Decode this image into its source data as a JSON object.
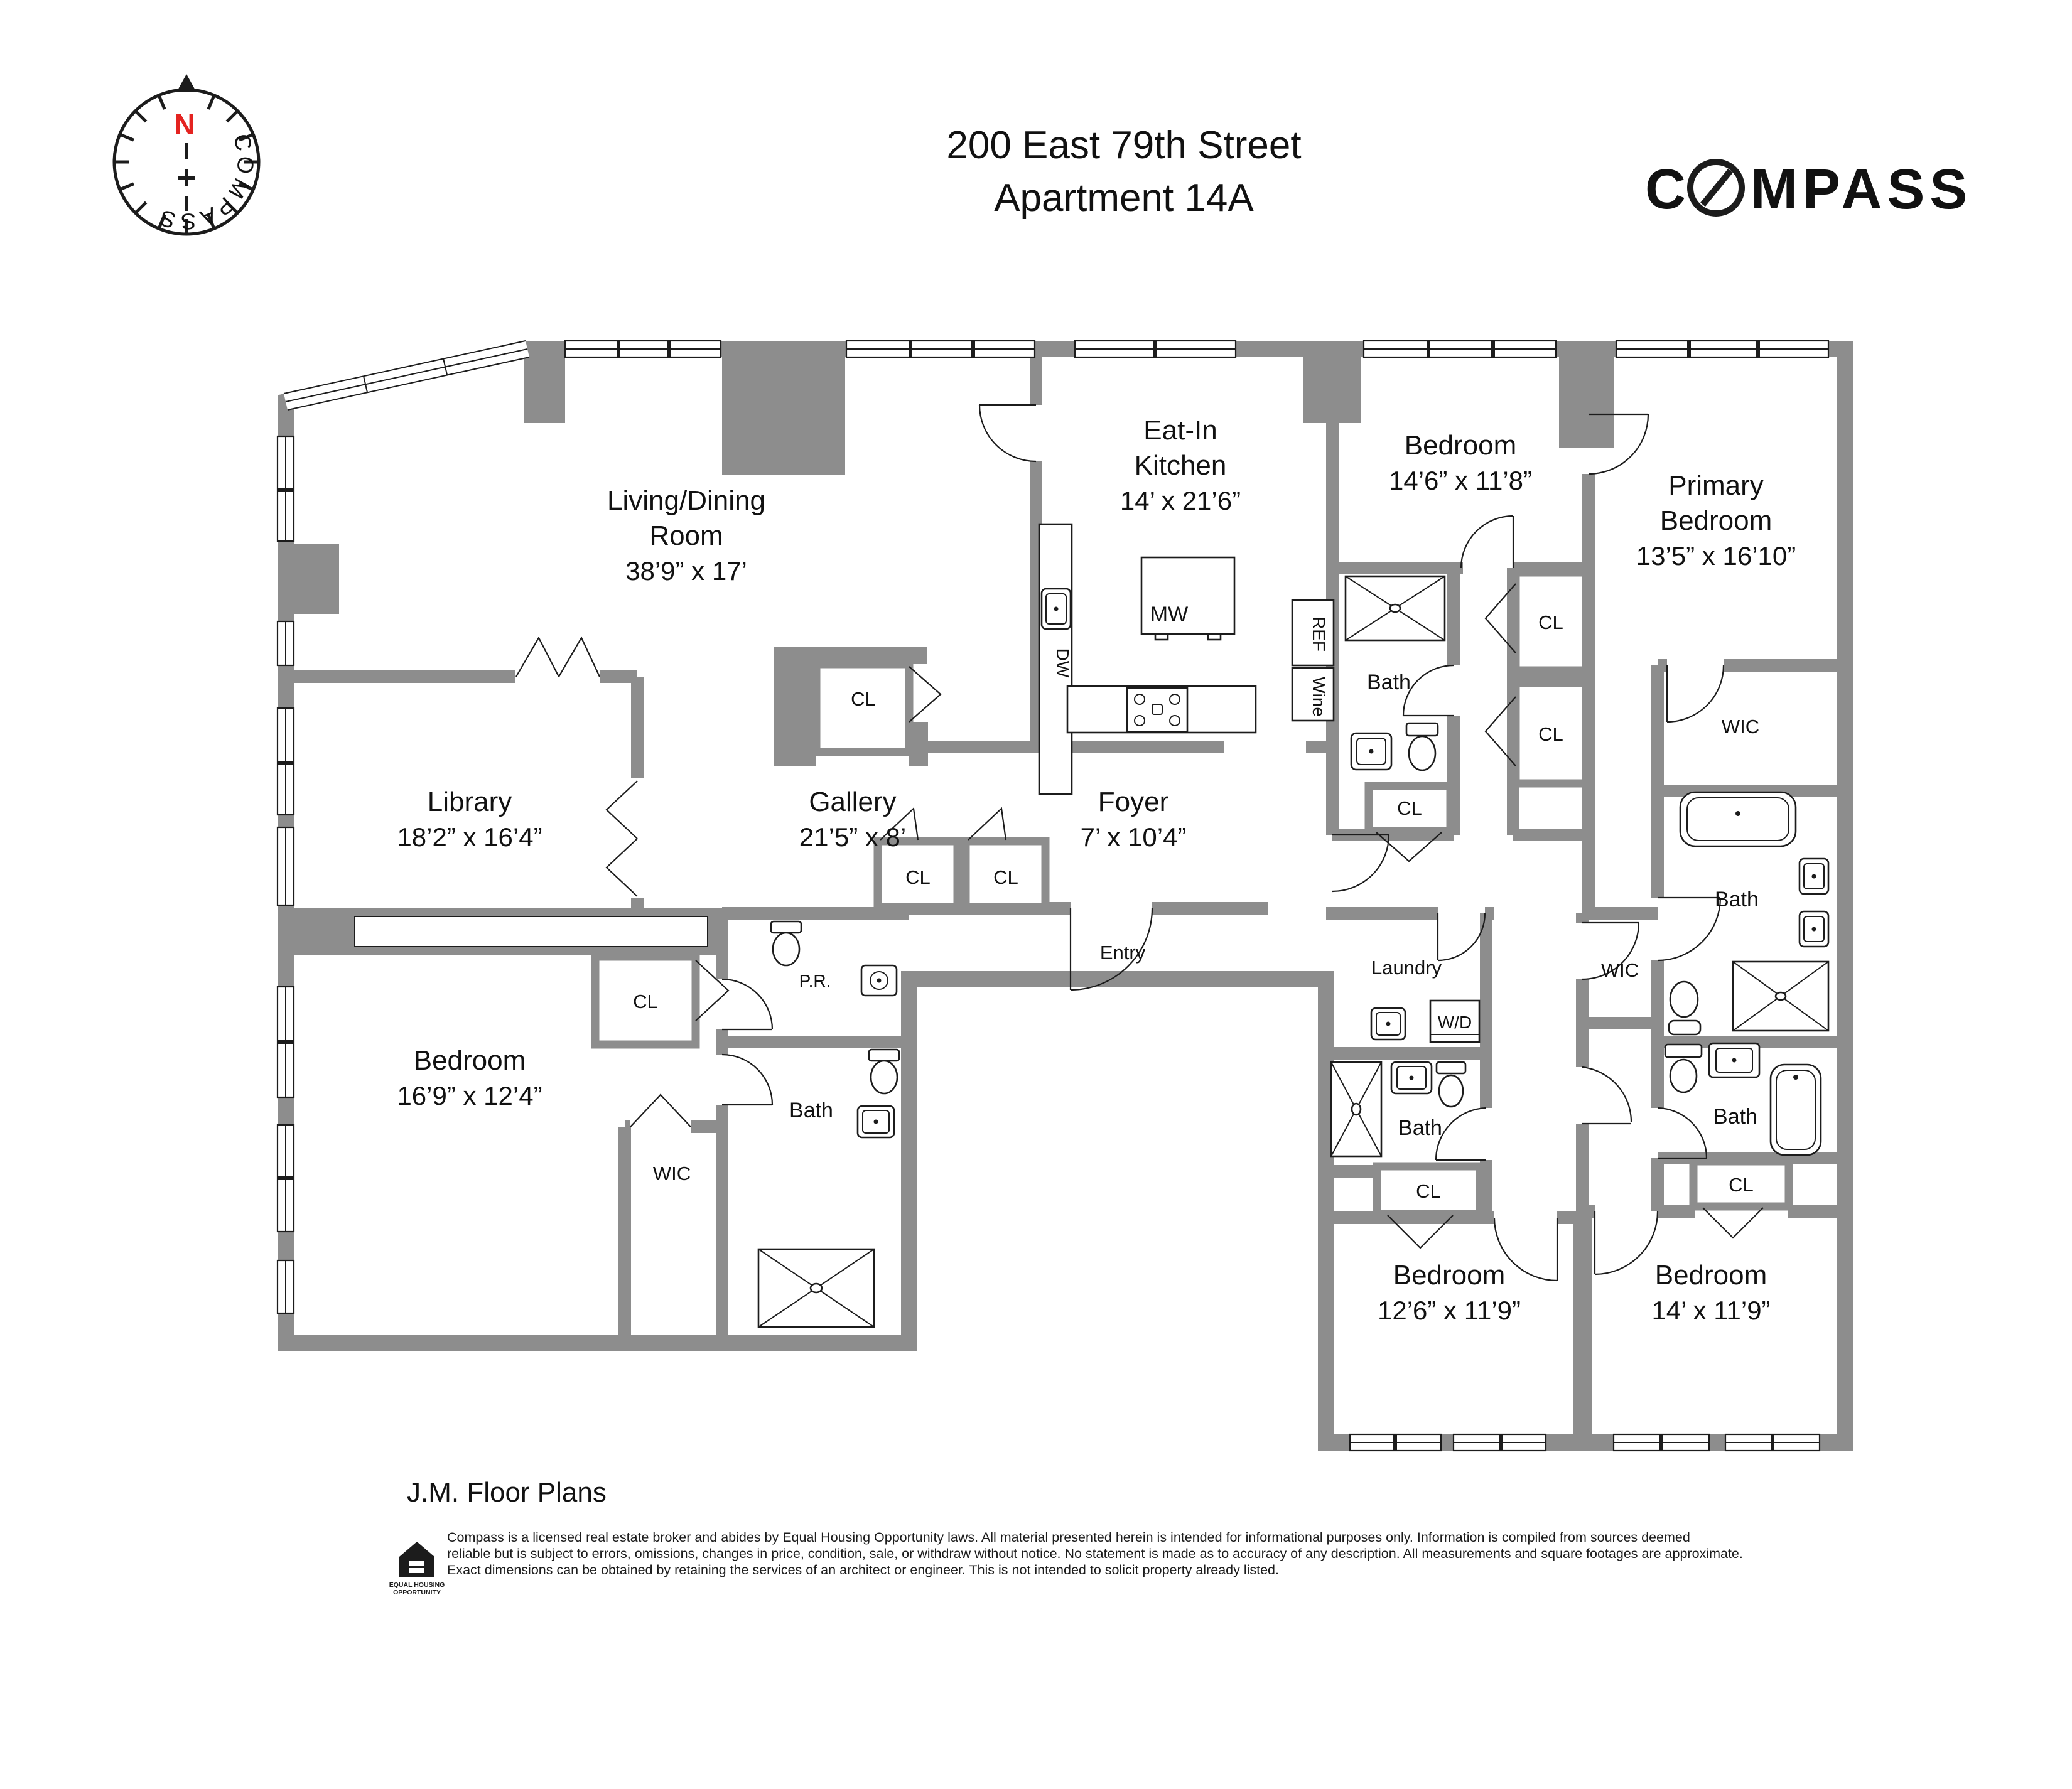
{
  "header": {
    "address_line1": "200 East 79th Street",
    "address_line2": "Apartment 14A",
    "brand_first": "C",
    "brand_rest": "MPASS",
    "rose_north": "N",
    "rose_ring": "COMPASS"
  },
  "rooms": {
    "living": {
      "line1": "Living/Dining",
      "line2": "Room",
      "dims": "38’9” x 17’"
    },
    "kitchen": {
      "line1": "Eat-In",
      "line2": "Kitchen",
      "dims": "14’ x 21’6”"
    },
    "bedroom2": {
      "line1": "Bedroom",
      "dims": "14’6” x 11’8”"
    },
    "primary": {
      "line1": "Primary",
      "line2": "Bedroom",
      "dims": "13’5” x 16’10”"
    },
    "library": {
      "line1": "Library",
      "dims": "18’2” x 16’4”"
    },
    "gallery": {
      "line1": "Gallery",
      "dims": "21’5” x 8’"
    },
    "foyer": {
      "line1": "Foyer",
      "dims": "7’ x 10’4”"
    },
    "bedroom1": {
      "line1": "Bedroom",
      "dims": "16’9” x 12’4”"
    },
    "bedroom3": {
      "line1": "Bedroom",
      "dims": "12’6” x 11’9”"
    },
    "bedroom4": {
      "line1": "Bedroom",
      "dims": "14’ x 11’9”"
    }
  },
  "labels": {
    "cl": "CL",
    "bath": "Bath",
    "wic": "WIC",
    "pr": "P.R.",
    "entry": "Entry",
    "laundry": "Laundry",
    "wd": "W/D",
    "mw": "MW",
    "dw": "DW",
    "ref": "REF",
    "wine": "Wine"
  },
  "footer": {
    "company": "J.M. Floor Plans",
    "eho_line1": "EQUAL HOUSING",
    "eho_line2": "OPPORTUNITY",
    "disclaimer1": "Compass is a licensed real estate broker and abides by Equal Housing Opportunity laws. All material presented herein is intended for informational purposes only. Information is compiled from sources deemed",
    "disclaimer2": "reliable but is subject to errors, omissions, changes in price, condition, sale, or withdraw without notice. No statement is made as to accuracy of any description. All measurements and square footages are approximate.",
    "disclaimer3": "Exact dimensions can be obtained by retaining the services of an architect or engineer. This is not intended to solicit property already listed."
  },
  "colors": {
    "wall_gray": "#8d8d8d",
    "ink": "#1c1c1c",
    "north_red": "#e42320"
  }
}
